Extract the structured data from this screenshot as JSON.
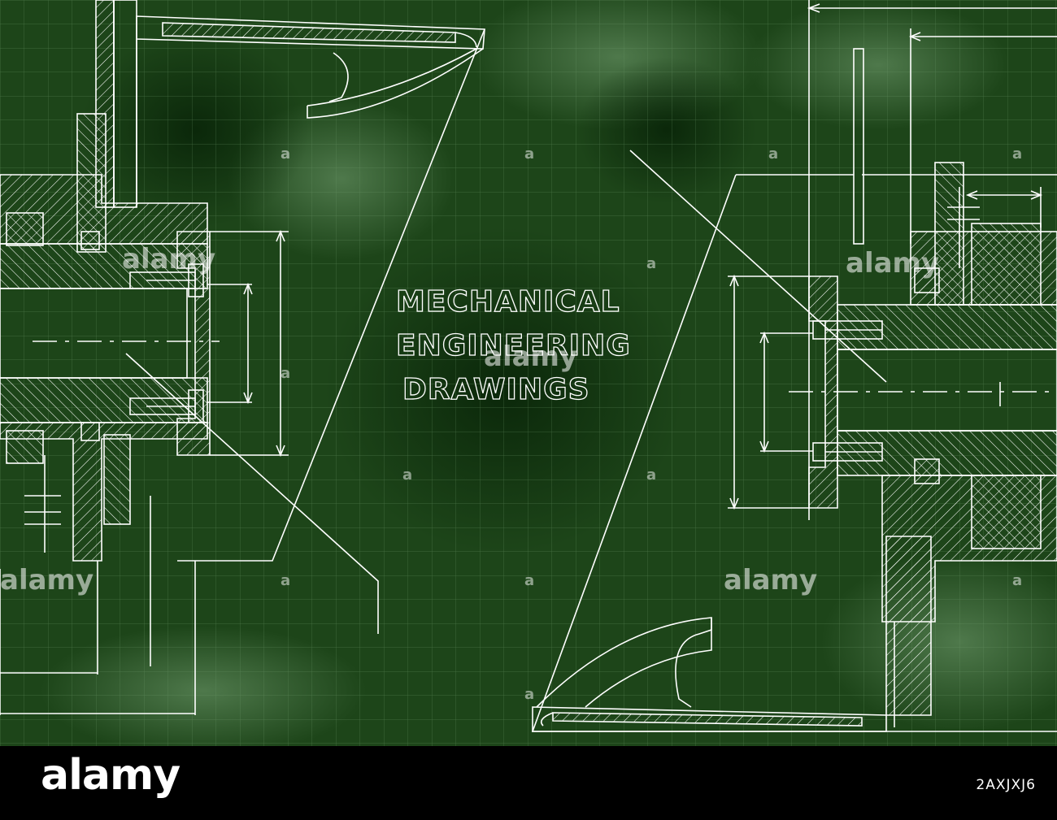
{
  "title": {
    "line1": "MECHANICAL",
    "line2": "ENGINEERING",
    "line3": "DRAWINGS"
  },
  "watermark": {
    "text": "alamy",
    "mark": "a"
  },
  "footer": {
    "brand": "alamy",
    "image_id": "2AXJXJ6"
  },
  "colors": {
    "background": "#1f4a1c",
    "background_dark": "#0c2a0b",
    "grid": "#4f7a4c",
    "line": "#ffffff",
    "footer": "#000000"
  }
}
